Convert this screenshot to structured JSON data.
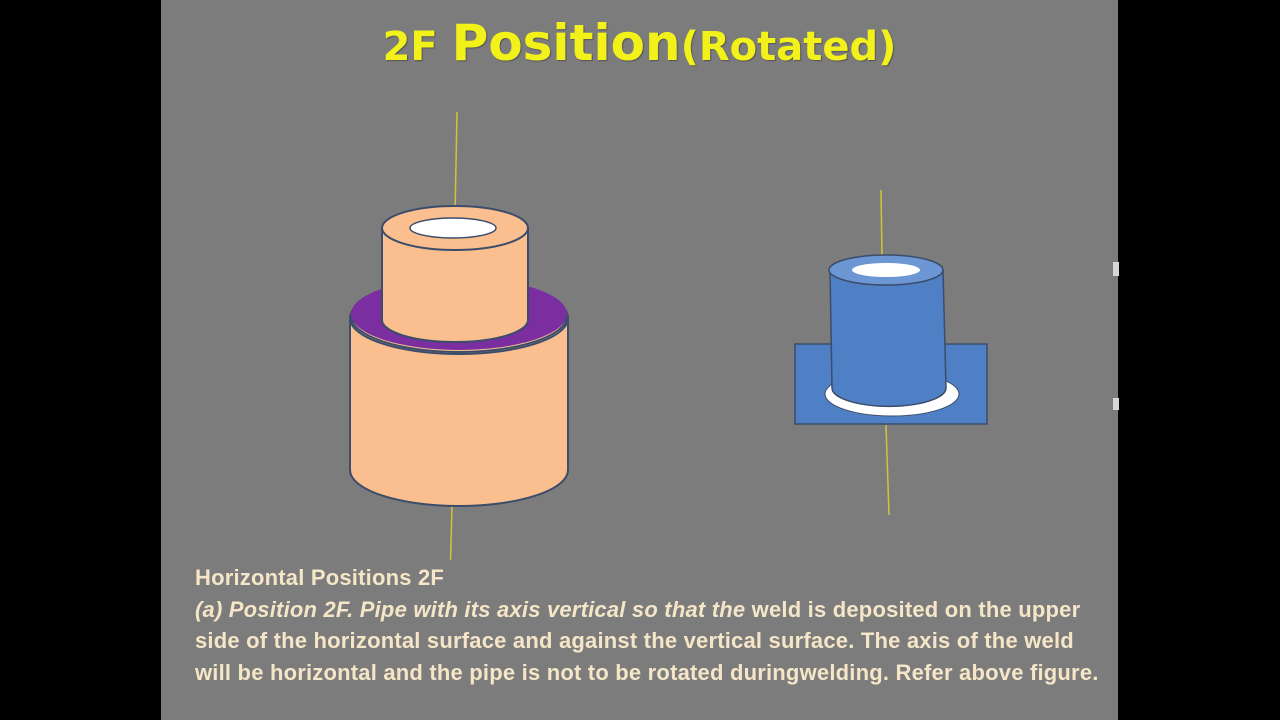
{
  "slide": {
    "title_prefix": "2F ",
    "title_main": "Position",
    "title_suffix": "(Rotated)"
  },
  "caption": {
    "heading": "Horizontal Positions 2F",
    "italic_lead": "(a) Position 2F. Pipe with its axis vertical so that the",
    "body": " weld is deposited on the upper side of the horizontal surface and against the vertical surface. The axis of the weld will be horizontal and the pipe is not to be rotated duringwelding. Refer above figure."
  },
  "colors": {
    "background": "#7c7c7c",
    "title": "#f2f21a",
    "peach": "#fbbf8f",
    "weld": "#7a2ea0",
    "blue": "#4f7fc4",
    "axis": "#d6c23a",
    "caption": "#f6e6c8"
  }
}
